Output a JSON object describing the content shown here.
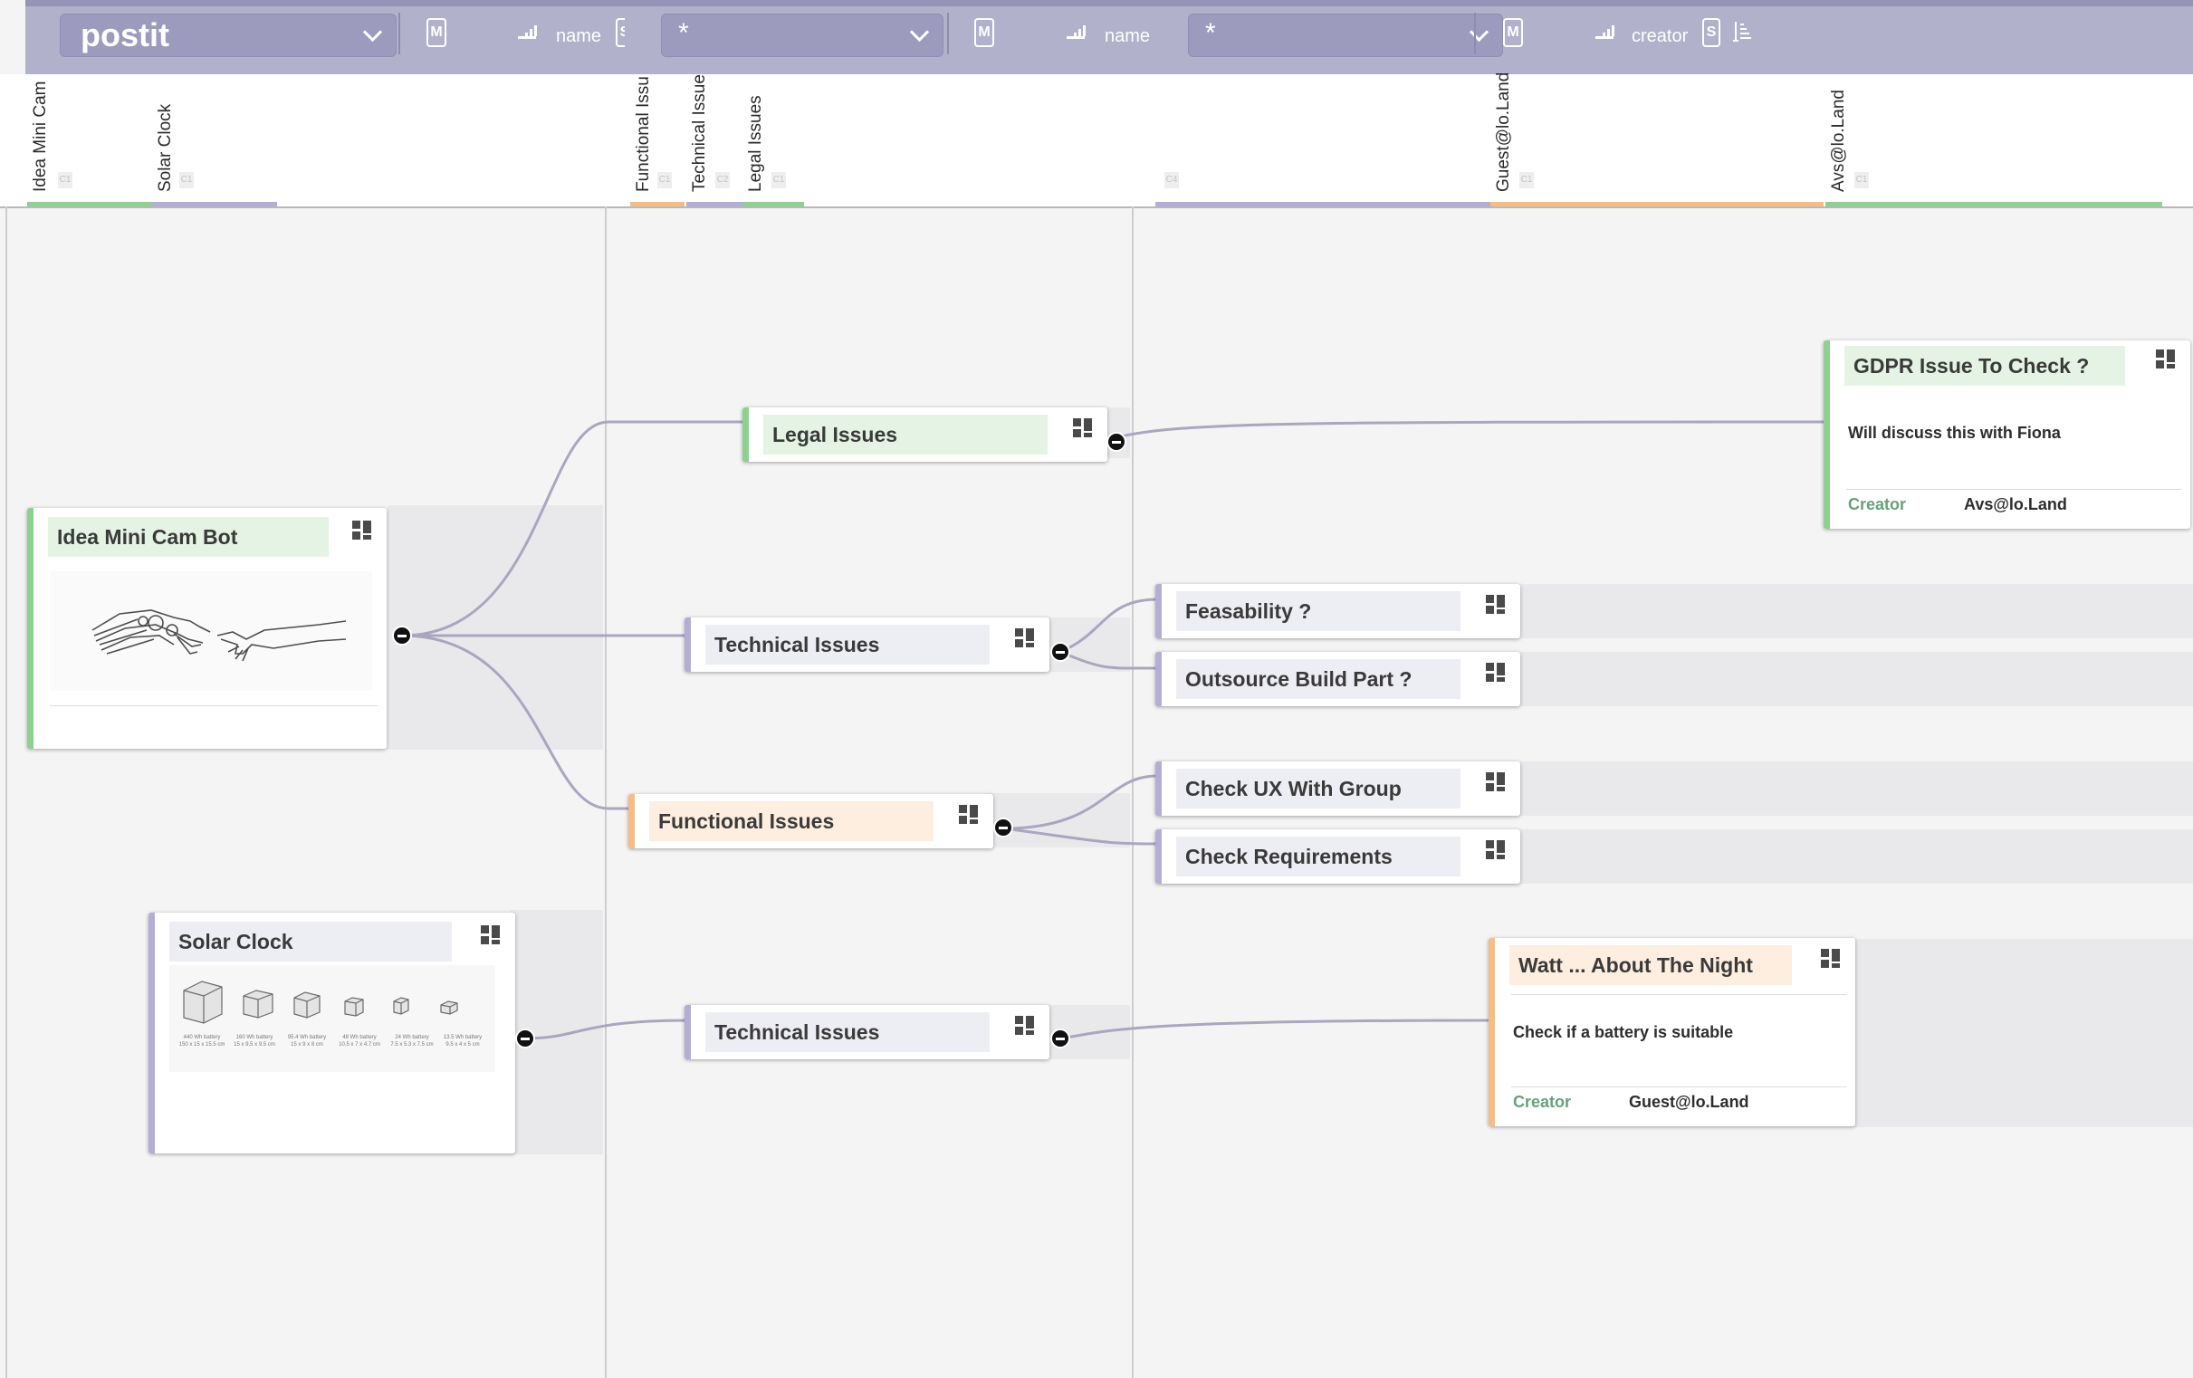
{
  "header": {
    "group1": {
      "dropdown_value": "postit",
      "mode_label": "M",
      "sort_label": "name",
      "s_label": "S"
    },
    "group2": {
      "dropdown_value": "*",
      "mode_label": "M",
      "sort_label": "name"
    },
    "group3": {
      "dropdown_value": "*",
      "mode_label": "M",
      "sort_label": "creator",
      "s_label": "S"
    }
  },
  "columns": [
    {
      "label": "Idea Mini Cam",
      "count": "C1"
    },
    {
      "label": "Solar Clock",
      "count": "C1"
    },
    {
      "label": "Functional Issu",
      "count": "C1"
    },
    {
      "label": "Technical Issue",
      "count": "C2"
    },
    {
      "label": "Legal Issues",
      "count": "C1"
    },
    {
      "label": "",
      "count": "C4"
    },
    {
      "label": "Guest@lo.Land",
      "count": "C1"
    },
    {
      "label": "Avs@lo.Land",
      "count": "C1"
    }
  ],
  "cards": {
    "idea_mini_cam_bot": {
      "title": "Idea Mini Cam Bot",
      "image": "robot-hand-human-hand-sketch"
    },
    "solar_clock": {
      "title": "Solar Clock",
      "image": "battery-size-comparison",
      "battery_captions": [
        [
          "440 Wh battery",
          "150 x 15 x 15.5 cm"
        ],
        [
          "160 Wh battery",
          "15 x 9.5 x 9.5 cm"
        ],
        [
          "95.4 Wh battery",
          "15 x 9 x 8 cm"
        ],
        [
          "48 Wh battery",
          "10.5 x 7 x 4.7 cm"
        ],
        [
          "24 Wh battery",
          "7.5 x 5.3 x 7.5 cm"
        ],
        [
          "13.5 Wh battery",
          "9.5 x 4 x 5 cm"
        ]
      ]
    },
    "legal_issues": {
      "title": "Legal Issues"
    },
    "technical_issues_1": {
      "title": "Technical Issues"
    },
    "functional_issues": {
      "title": "Functional Issues"
    },
    "technical_issues_2": {
      "title": "Technical Issues"
    },
    "feasability": {
      "title": "Feasability ?"
    },
    "outsource_build": {
      "title": "Outsource Build Part ?"
    },
    "check_ux": {
      "title": "Check UX With Group"
    },
    "check_requirements": {
      "title": "Check Requirements"
    },
    "gdpr": {
      "title": "GDPR Issue To Check ?",
      "body": "Will discuss this with Fiona",
      "creator_label": "Creator",
      "creator_value": "Avs@lo.Land"
    },
    "watt": {
      "title": "Watt ... About The Night",
      "body": "Check if a battery is suitable",
      "creator_label": "Creator",
      "creator_value": "Guest@lo.Land"
    }
  },
  "colors": {
    "header_bar": "#b2b1cc",
    "green_accent": "#8ed08f",
    "orange_accent": "#f5bd85",
    "purple_accent": "#b3aed6",
    "creator_label": "#67a27a"
  }
}
